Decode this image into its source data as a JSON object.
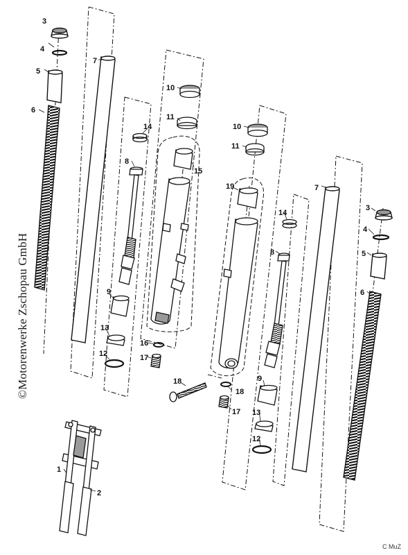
{
  "watermark": "©Motorenwerke Zschopau GmbH",
  "brand_mark": "C MuZ",
  "callouts": {
    "l3": "3",
    "l4": "4",
    "l5": "5",
    "l6": "6",
    "l7": "7",
    "l14": "14",
    "l8": "8",
    "l9": "9",
    "l13": "13",
    "l12": "12",
    "l10": "10",
    "l11": "11",
    "l15": "15",
    "l16": "16",
    "l17": "17",
    "c10": "10",
    "c11": "11",
    "c19": "19",
    "c18": "18",
    "c18b": "18",
    "c17": "17",
    "r14": "14",
    "r8": "8",
    "r9": "9",
    "r13": "13",
    "r12": "12",
    "r7": "7",
    "r3": "3",
    "r4": "4",
    "r5": "5",
    "r6": "6",
    "f1": "1",
    "f2": "2"
  },
  "colors": {
    "line": "#111111",
    "fill": "#ffffff",
    "shade": "#9a9a9a"
  }
}
